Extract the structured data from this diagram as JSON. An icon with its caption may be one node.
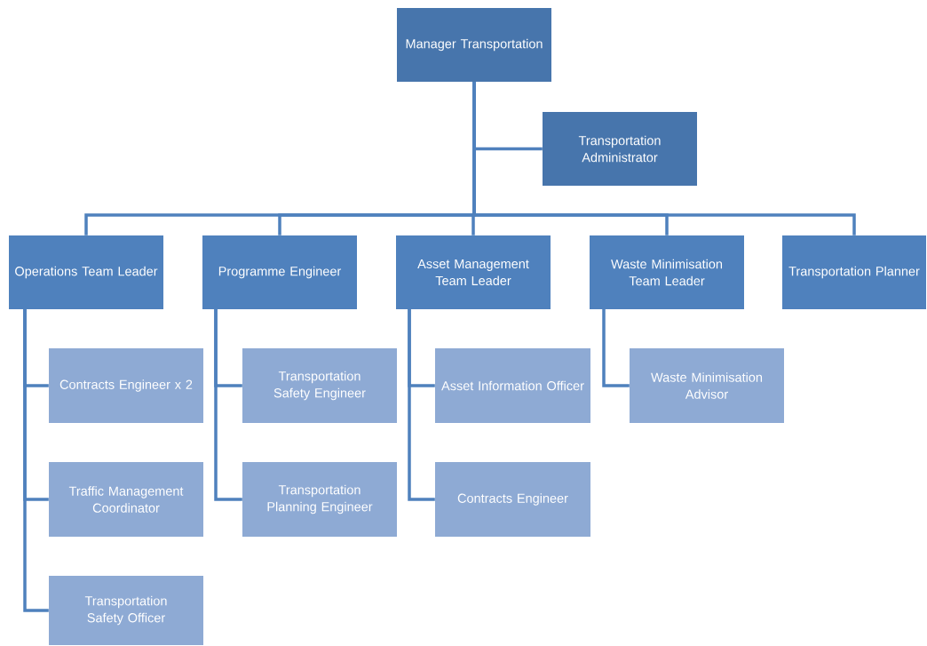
{
  "diagram": {
    "nodes": [
      {
        "text": [
          "Manager Transportation"
        ]
      },
      {
        "text": [
          "Transportation Administrator"
        ]
      },
      {
        "text": [
          "Operations Team Leader"
        ]
      },
      {
        "text": [
          "Programme Engineer"
        ]
      },
      {
        "text": [
          "Asset Management Team Leader"
        ]
      },
      {
        "text": [
          "Waste Minimisation Team Leader"
        ]
      },
      {
        "text": [
          "Transportation Planner"
        ]
      },
      {
        "text": [
          "Contracts Engineer x 2"
        ]
      },
      {
        "text": [
          "Traffic Management Coordinator"
        ]
      },
      {
        "text": [
          "Transportation Safety Officer"
        ]
      },
      {
        "text": [
          "Transportation Safety Engineer"
        ]
      },
      {
        "text": [
          "Transportation Planning Engineer"
        ]
      },
      {
        "text": [
          "Asset Information Officer"
        ]
      },
      {
        "text": [
          "Contracts Engineer"
        ]
      },
      {
        "text": [
          "Waste Minimisation Advisor"
        ]
      }
    ],
    "edges": [
      {
        "from": 0,
        "to": 1,
        "arrow": "none"
      },
      {
        "from": 0,
        "to": 2,
        "arrow": "none"
      },
      {
        "from": 0,
        "to": 3,
        "arrow": "none"
      },
      {
        "from": 0,
        "to": 4,
        "arrow": "none"
      },
      {
        "from": 0,
        "to": 5,
        "arrow": "none"
      },
      {
        "from": 0,
        "to": 6,
        "arrow": "none"
      },
      {
        "from": 2,
        "to": 7,
        "arrow": "none"
      },
      {
        "from": 2,
        "to": 8,
        "arrow": "none"
      },
      {
        "from": 2,
        "to": 9,
        "arrow": "none"
      },
      {
        "from": 3,
        "to": 10,
        "arrow": "none"
      },
      {
        "from": 3,
        "to": 11,
        "arrow": "none"
      },
      {
        "from": 4,
        "to": 12,
        "arrow": "none"
      },
      {
        "from": 4,
        "to": 13,
        "arrow": "none"
      },
      {
        "from": 5,
        "to": 14,
        "arrow": "none"
      }
    ]
  }
}
